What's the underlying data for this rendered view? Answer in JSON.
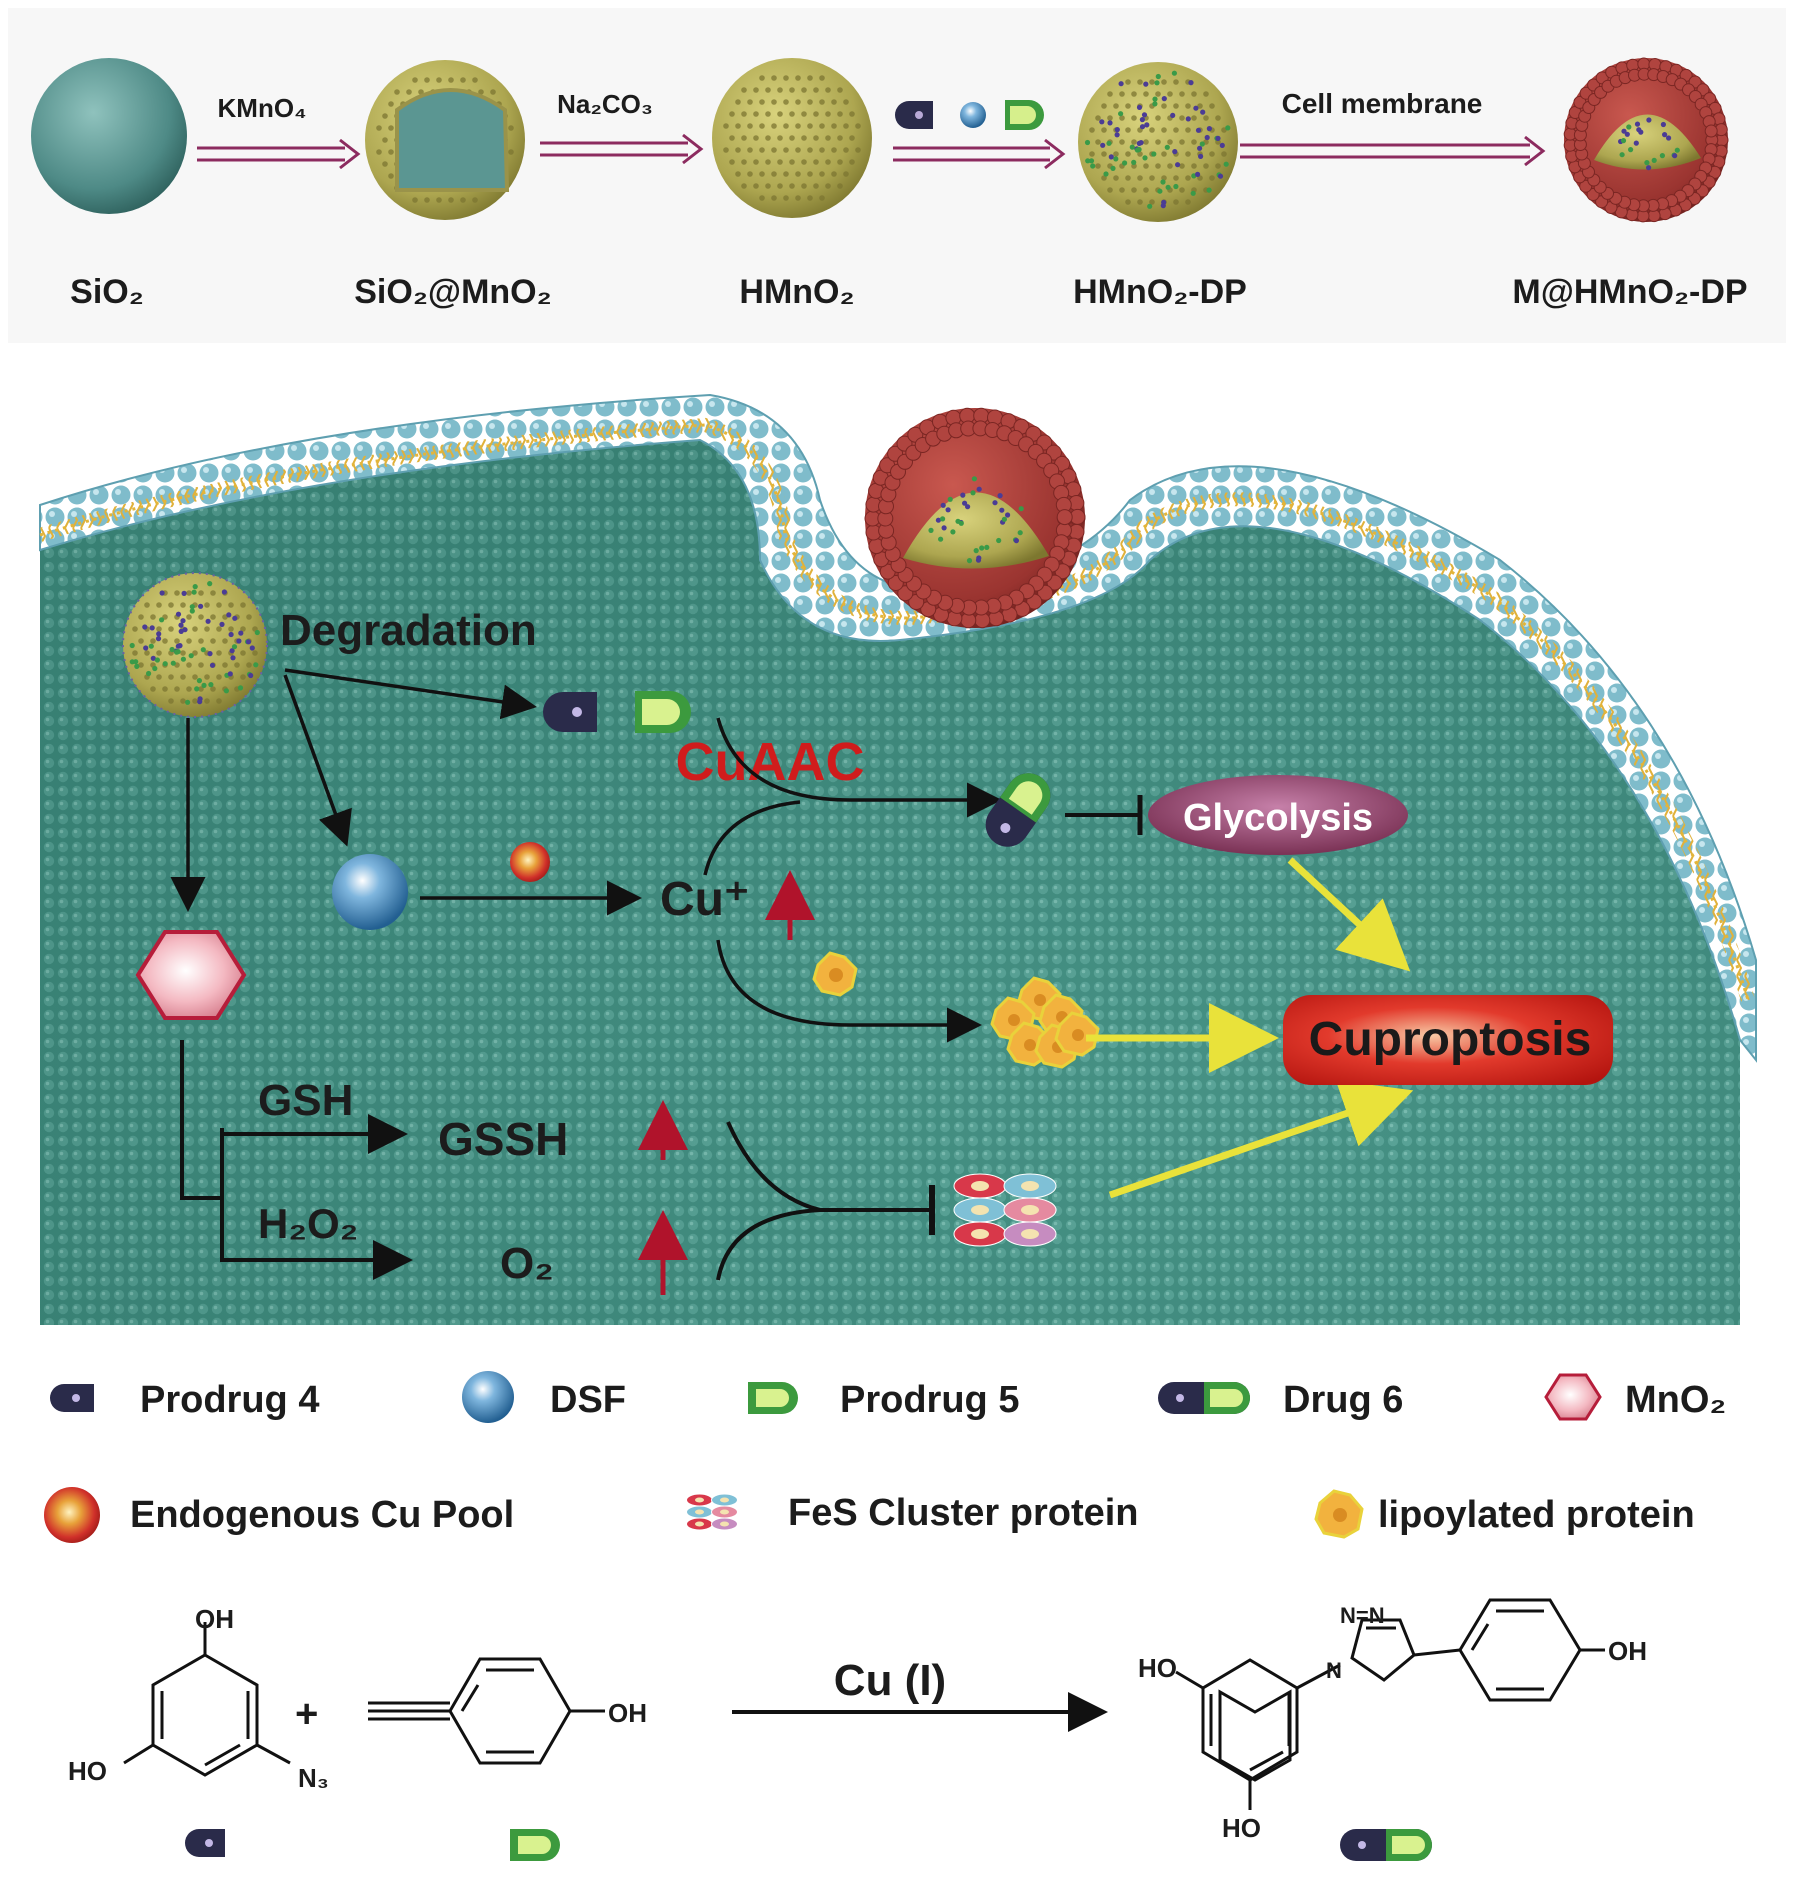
{
  "synthesis": {
    "step_labels": [
      "KMnO₄",
      "Na₂CO₃",
      "",
      "Cell membrane"
    ],
    "particles": [
      "SiO₂",
      "SiO₂@MnO₂",
      "HMnO₂",
      "HMnO₂-DP",
      "M@HMnO₂-DP"
    ]
  },
  "cell": {
    "degradation": "Degradation",
    "cuaac": "CuAAC",
    "cu": "Cu⁺",
    "glycolysis": "Glycolysis",
    "cuproptosis": "Cuproptosis",
    "gsh": "GSH",
    "gssh": "GSSH",
    "h2o2": "H₂O₂",
    "o2": "O₂"
  },
  "legend": {
    "prodrug4": "Prodrug 4",
    "dsf": "DSF",
    "prodrug5": "Prodrug 5",
    "drug6": "Drug 6",
    "mno2": "MnO₂",
    "cu_pool": "Endogenous Cu Pool",
    "fes": "FeS Cluster protein",
    "lipoylated": "lipoylated protein"
  },
  "reaction": {
    "oh": "OH",
    "ho": "HO",
    "n3": "N₃",
    "plus": "+",
    "catalyst": "Cu (I)",
    "n_eq_n": "N=N",
    "n": "N"
  },
  "colors": {
    "cell_fill": "#3f8a7e",
    "membrane_head": "#8cc4d0",
    "lipid_tail": "#e3b53a",
    "mno2_shell": "#b3ac58",
    "cell_membrane_coat": "#a8433d",
    "prodrug4": "#2a2b4a",
    "prodrug5": "#3c9a3e",
    "dsf": "#3e7fb0",
    "cu_pool": "#c8302a",
    "mno2_hex": "#f2b4bd",
    "glycolysis_pill": "#8a2f5a",
    "cuproptosis_box": "#d21f1f",
    "inhibit_arrow": "#b0132b",
    "yellow_arrow": "#e9e23a",
    "arrow_pink": "#8c2b5f"
  }
}
